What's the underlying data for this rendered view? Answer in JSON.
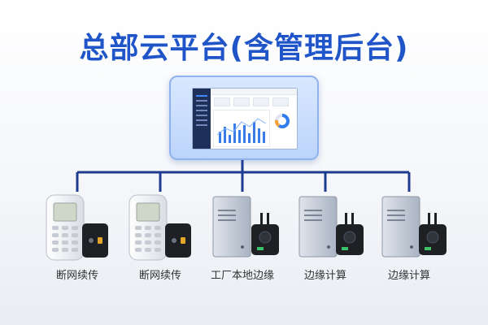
{
  "diagram": {
    "title": "总部云平台(含管理后台)",
    "nodes": [
      {
        "label": "断网续传",
        "device": "phone-icon"
      },
      {
        "label": "断网续传",
        "device": "phone-icon"
      },
      {
        "label": "工厂本地边缘",
        "device": "server-icon"
      },
      {
        "label": "边缘计算",
        "device": "server-icon"
      },
      {
        "label": "边缘计算",
        "device": "server-icon"
      }
    ]
  },
  "colors": {
    "title": "#1f55c8",
    "connector": "#1d3b8f",
    "platform_bg": "#cfe0fd"
  }
}
